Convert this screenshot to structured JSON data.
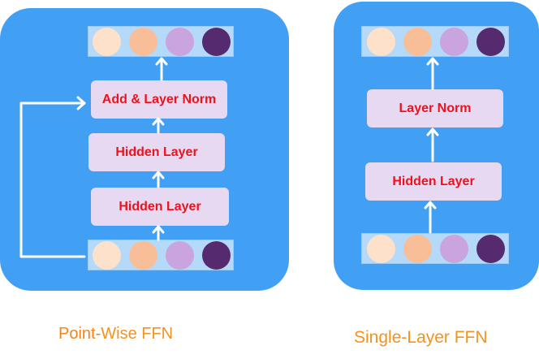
{
  "colors": {
    "panel": "#41a0f4",
    "vector_bg": "#b5d9f8",
    "layer_bg": "#e6d9f1",
    "layer_text": "#f0111d",
    "arrow": "#ffffff",
    "caption": "#f5921e",
    "dots": [
      "#fde1cb",
      "#f8be97",
      "#c9a4de",
      "#552a6e"
    ]
  },
  "left": {
    "layers": {
      "add_norm": "Add & Layer Norm",
      "hidden_top": "Hidden Layer",
      "hidden_bottom": "Hidden Layer"
    },
    "caption_part1": "Point-",
    "caption_part2": "Wise FFN"
  },
  "right": {
    "layers": {
      "norm": "Layer Norm",
      "hidden": "Hidden Layer"
    },
    "caption": "Single-Layer FFN"
  }
}
